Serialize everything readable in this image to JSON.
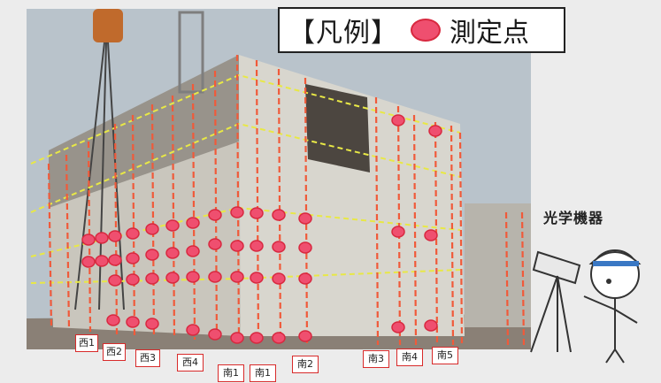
{
  "legend": {
    "title": "【凡例】",
    "marker_label": "測定点",
    "marker_color": "#ef4f6f"
  },
  "instrument_label": "光学機器",
  "line_labels": [
    "西1",
    "西2",
    "西3",
    "西4",
    "南1",
    "南1",
    "南2",
    "南3",
    "南4",
    "南5"
  ],
  "colors": {
    "guide_line": "#f05a3a",
    "level_line": "#e8e846"
  }
}
